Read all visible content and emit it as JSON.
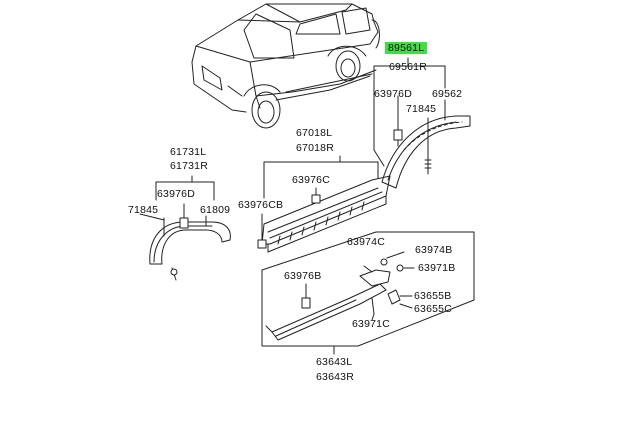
{
  "labels": {
    "p89561L": "89561L",
    "p69561R": "69561R",
    "p63976D_r": "63976D",
    "p71845_r": "71845",
    "p69562": "69562",
    "p67018L": "67018L",
    "p67018R": "67018R",
    "p61731L": "61731L",
    "p61731R": "61731R",
    "p63976D_l": "63976D",
    "p71845_l": "71845",
    "p61809": "61809",
    "p63976C": "63976C",
    "p63976CB": "63976CB",
    "p63974C": "63974C",
    "p63974B": "63974B",
    "p63971B": "63971B",
    "p63976B": "63976B",
    "p63655B": "63655B",
    "p63655C": "63655C",
    "p63971C": "63971C",
    "p63643L": "63643L",
    "p63643R": "63643R"
  },
  "colors": {
    "highlight": "#39e23d",
    "line": "#222222",
    "background": "#ffffff"
  }
}
